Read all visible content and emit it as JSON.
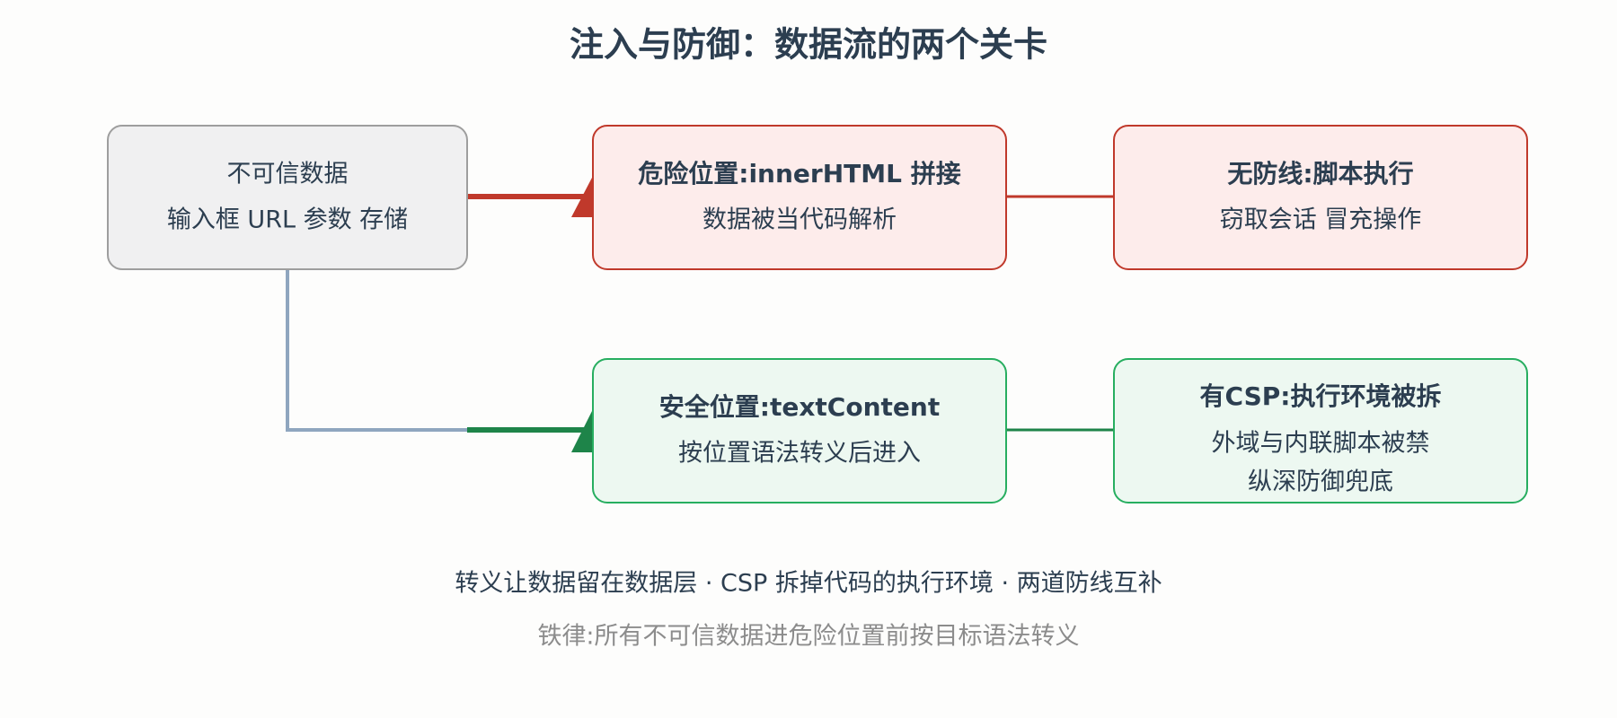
{
  "title": "注入与防御：数据流的两个关卡",
  "nodes": {
    "source": {
      "line1": "不可信数据",
      "line2": "输入框 URL 参数 存储"
    },
    "danger_position": {
      "title": "危险位置:innerHTML 拼接",
      "desc": "数据被当代码解析"
    },
    "no_defense": {
      "title": "无防线:脚本执行",
      "desc": "窃取会话 冒充操作"
    },
    "safe_position": {
      "title": "安全位置:textContent",
      "desc": "按位置语法转义后进入"
    },
    "csp": {
      "title": "有CSP:执行环境被拆",
      "desc1": "外域与内联脚本被禁",
      "desc2": "纵深防御兜底"
    }
  },
  "footer": {
    "main": "转义让数据留在数据层 · CSP 拆掉代码的执行环境 · 两道防线互补",
    "sub": "铁律:所有不可信数据进危险位置前按目标语法转义"
  },
  "colors": {
    "danger_stroke": "#c0392b",
    "danger_fill": "#fdeceb",
    "safe_stroke": "#27ae60",
    "safe_fill": "#edf8f1",
    "safe_arrow": "#1e8449",
    "neutral_stroke": "#9e9e9e",
    "neutral_fill": "#f0f0f1",
    "connector_gray": "#8fa6bf"
  }
}
